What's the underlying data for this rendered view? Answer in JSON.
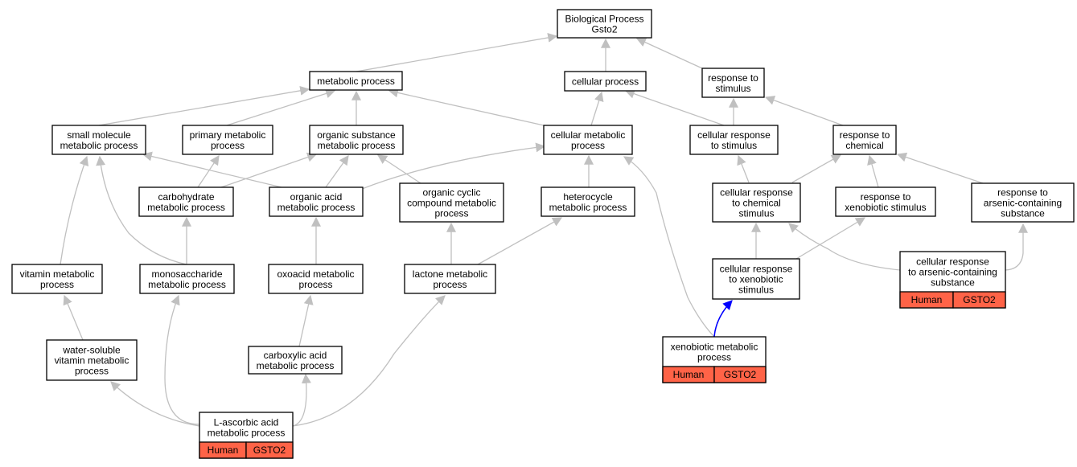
{
  "colors": {
    "annotation_fill": "#ff6347",
    "edge": "#c0c0c0",
    "highlight_edge": "#0000ff"
  },
  "nodes": [
    {
      "id": "bp",
      "lines": [
        "Biological Process",
        "Gsto2"
      ]
    },
    {
      "id": "metabolic",
      "lines": [
        "metabolic process"
      ]
    },
    {
      "id": "cellular",
      "lines": [
        "cellular process"
      ]
    },
    {
      "id": "response_stim",
      "lines": [
        "response to",
        "stimulus"
      ]
    },
    {
      "id": "small_mol",
      "lines": [
        "small molecule",
        "metabolic process"
      ]
    },
    {
      "id": "primary_met",
      "lines": [
        "primary metabolic",
        "process"
      ]
    },
    {
      "id": "organic_subst",
      "lines": [
        "organic substance",
        "metabolic process"
      ]
    },
    {
      "id": "cell_met",
      "lines": [
        "cellular metabolic",
        "process"
      ]
    },
    {
      "id": "cell_resp_stim",
      "lines": [
        "cellular response",
        "to stimulus"
      ]
    },
    {
      "id": "resp_chem",
      "lines": [
        "response to",
        "chemical"
      ]
    },
    {
      "id": "carb",
      "lines": [
        "carbohydrate",
        "metabolic process"
      ]
    },
    {
      "id": "org_acid",
      "lines": [
        "organic acid",
        "metabolic process"
      ]
    },
    {
      "id": "org_cyclic",
      "lines": [
        "organic cyclic",
        "compound metabolic",
        "process"
      ]
    },
    {
      "id": "heterocycle",
      "lines": [
        "heterocycle",
        "metabolic process"
      ]
    },
    {
      "id": "cell_resp_chem",
      "lines": [
        "cellular response",
        "to chemical",
        "stimulus"
      ]
    },
    {
      "id": "resp_xeno",
      "lines": [
        "response to",
        "xenobiotic stimulus"
      ]
    },
    {
      "id": "resp_arsenic",
      "lines": [
        "response to",
        "arsenic-containing",
        "substance"
      ]
    },
    {
      "id": "vitamin",
      "lines": [
        "vitamin metabolic",
        "process"
      ]
    },
    {
      "id": "monosacch",
      "lines": [
        "monosaccharide",
        "metabolic process"
      ]
    },
    {
      "id": "oxoacid",
      "lines": [
        "oxoacid metabolic",
        "process"
      ]
    },
    {
      "id": "lactone",
      "lines": [
        "lactone metabolic",
        "process"
      ]
    },
    {
      "id": "cell_resp_xeno",
      "lines": [
        "cellular response",
        "to xenobiotic",
        "stimulus"
      ]
    },
    {
      "id": "cell_resp_arsenic",
      "lines": [
        "cellular response",
        "to arsenic-containing",
        "substance"
      ],
      "annotation": [
        "Human",
        "GSTO2"
      ]
    },
    {
      "id": "water_sol",
      "lines": [
        "water-soluble",
        "vitamin metabolic",
        "process"
      ]
    },
    {
      "id": "carboxylic",
      "lines": [
        "carboxylic acid",
        "metabolic process"
      ]
    },
    {
      "id": "xeno_met",
      "lines": [
        "xenobiotic metabolic",
        "process"
      ],
      "annotation": [
        "Human",
        "GSTO2"
      ]
    },
    {
      "id": "ascorbic",
      "lines": [
        "L-ascorbic acid",
        "metabolic process"
      ],
      "annotation": [
        "Human",
        "GSTO2"
      ]
    }
  ]
}
